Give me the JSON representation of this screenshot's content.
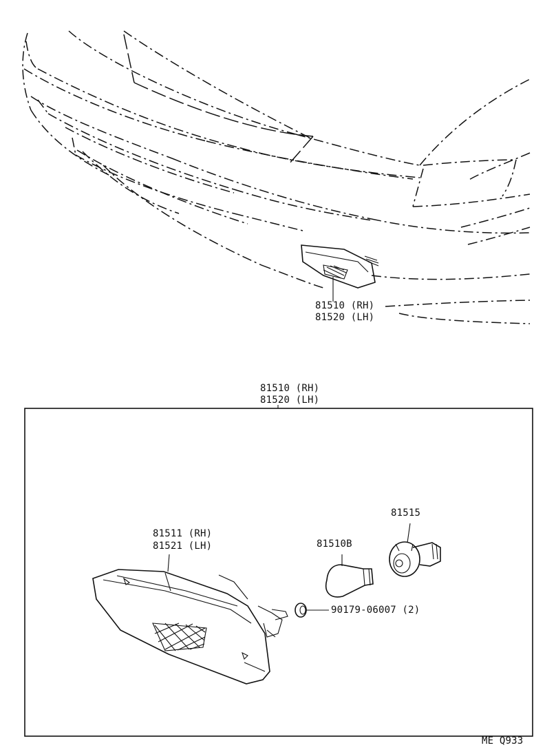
{
  "overview_labels": {
    "lamp_rh": "81510 (RH)",
    "lamp_lh": "81520 (LH)"
  },
  "detail_box": {
    "assy_rh": "81510 (RH)",
    "assy_lh": "81520 (LH)"
  },
  "parts": {
    "lens_rh": "81511 (RH)",
    "lens_lh": "81521 (LH)",
    "bulb": "81510B",
    "socket": "81515",
    "gasket": "90179-06007 (2)"
  },
  "page_code": "ME  Q933"
}
